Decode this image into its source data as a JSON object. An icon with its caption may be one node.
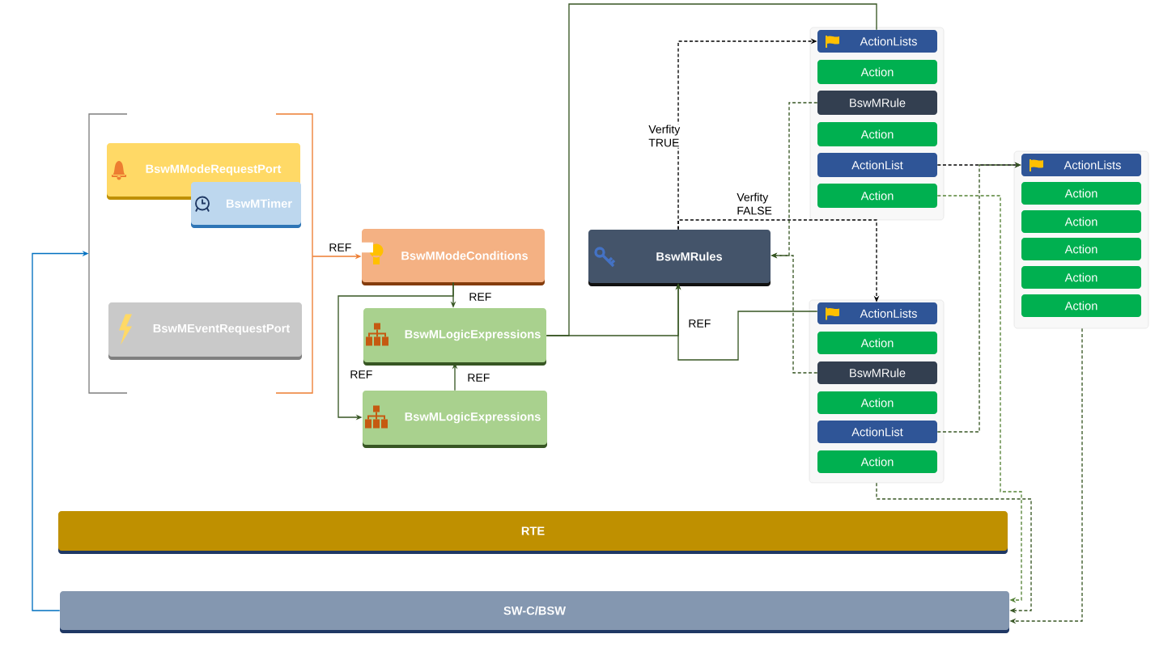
{
  "diagram": {
    "nodes": [
      {
        "text": [],
        "shape": "bracket"
      },
      {
        "text": [
          "BswMModeRequestPort"
        ],
        "in": 0
      },
      {
        "text": [
          "BswMTimer"
        ],
        "in": 0
      },
      {
        "text": [
          "BswMEventRequestPort"
        ],
        "in": 0
      },
      {
        "text": [
          "BswMModeConditions"
        ]
      },
      {
        "text": [
          "BswMLogicExpressions"
        ]
      },
      {
        "text": [
          "BswMLogicExpressions"
        ]
      },
      {
        "text": [
          "BswMRules"
        ]
      },
      {
        "text": [],
        "shape": "box"
      },
      {
        "text": [
          "ActionLists"
        ],
        "in": 8
      },
      {
        "text": [
          "Action"
        ],
        "in": 8
      },
      {
        "text": [
          "BswMRule"
        ],
        "in": 8
      },
      {
        "text": [
          "Action"
        ],
        "in": 8
      },
      {
        "text": [
          "ActionList"
        ],
        "in": 8
      },
      {
        "text": [
          "Action"
        ],
        "in": 8
      },
      {
        "text": [],
        "shape": "box"
      },
      {
        "text": [
          "ActionLists"
        ],
        "in": 15
      },
      {
        "text": [
          "Action"
        ],
        "in": 15
      },
      {
        "text": [
          "Action"
        ],
        "in": 15
      },
      {
        "text": [
          "Action"
        ],
        "in": 15
      },
      {
        "text": [
          "Action"
        ],
        "in": 15
      },
      {
        "text": [
          "Action"
        ],
        "in": 15
      },
      {
        "text": [],
        "shape": "box"
      },
      {
        "text": [
          "ActionLists"
        ],
        "in": 22
      },
      {
        "text": [
          "Action"
        ],
        "in": 22
      },
      {
        "text": [
          "BswMRule"
        ],
        "in": 22
      },
      {
        "text": [
          "Action"
        ],
        "in": 22
      },
      {
        "text": [
          "ActionList"
        ],
        "in": 22
      },
      {
        "text": [
          "Action"
        ],
        "in": 22
      },
      {
        "text": [
          "RTE"
        ]
      },
      {
        "text": [
          "SW-C/BSW"
        ]
      }
    ],
    "edges": [
      {
        "from": 30,
        "to": 0,
        "arrow": "to",
        "color": "#0070c0"
      },
      {
        "from": 0,
        "to": 4,
        "arrow": "to",
        "label": "REF",
        "color": "#ed7d31"
      },
      {
        "from": 4,
        "to": 5,
        "arrow": "to",
        "label": "REF"
      },
      {
        "from": 4,
        "to": 6,
        "arrow": "to",
        "label": "REF"
      },
      {
        "from": 6,
        "to": 5,
        "arrow": "to",
        "label": "REF"
      },
      {
        "from": 5,
        "to": 7,
        "arrow": "to",
        "label": "REF"
      },
      {
        "from": 5,
        "to": 9,
        "arrow": "none"
      },
      {
        "from": 23,
        "to": 7,
        "arrow": "to"
      },
      {
        "from": 7,
        "to": 9,
        "arrow": "to",
        "label": "Verfity TRUE",
        "style": "dashed",
        "color": "#000000"
      },
      {
        "from": 7,
        "to": 23,
        "arrow": "to",
        "label": "Verfity FALSE",
        "style": "dashed",
        "color": "#000000"
      },
      {
        "from": 11,
        "to": 7,
        "arrow": "to",
        "style": "dashed"
      },
      {
        "from": 25,
        "to": 7,
        "arrow": "to",
        "style": "dashed"
      },
      {
        "from": 13,
        "to": 16,
        "arrow": "to",
        "style": "dashed",
        "color": "#000000"
      },
      {
        "from": 27,
        "to": 16,
        "arrow": "to",
        "style": "dashed"
      },
      {
        "from": 14,
        "to": 30,
        "arrow": "to",
        "style": "dashed",
        "color": "#548235"
      },
      {
        "from": 22,
        "to": 30,
        "arrow": "to",
        "style": "dashed"
      },
      {
        "from": 15,
        "to": 30,
        "arrow": "to",
        "style": "dashed"
      }
    ]
  }
}
